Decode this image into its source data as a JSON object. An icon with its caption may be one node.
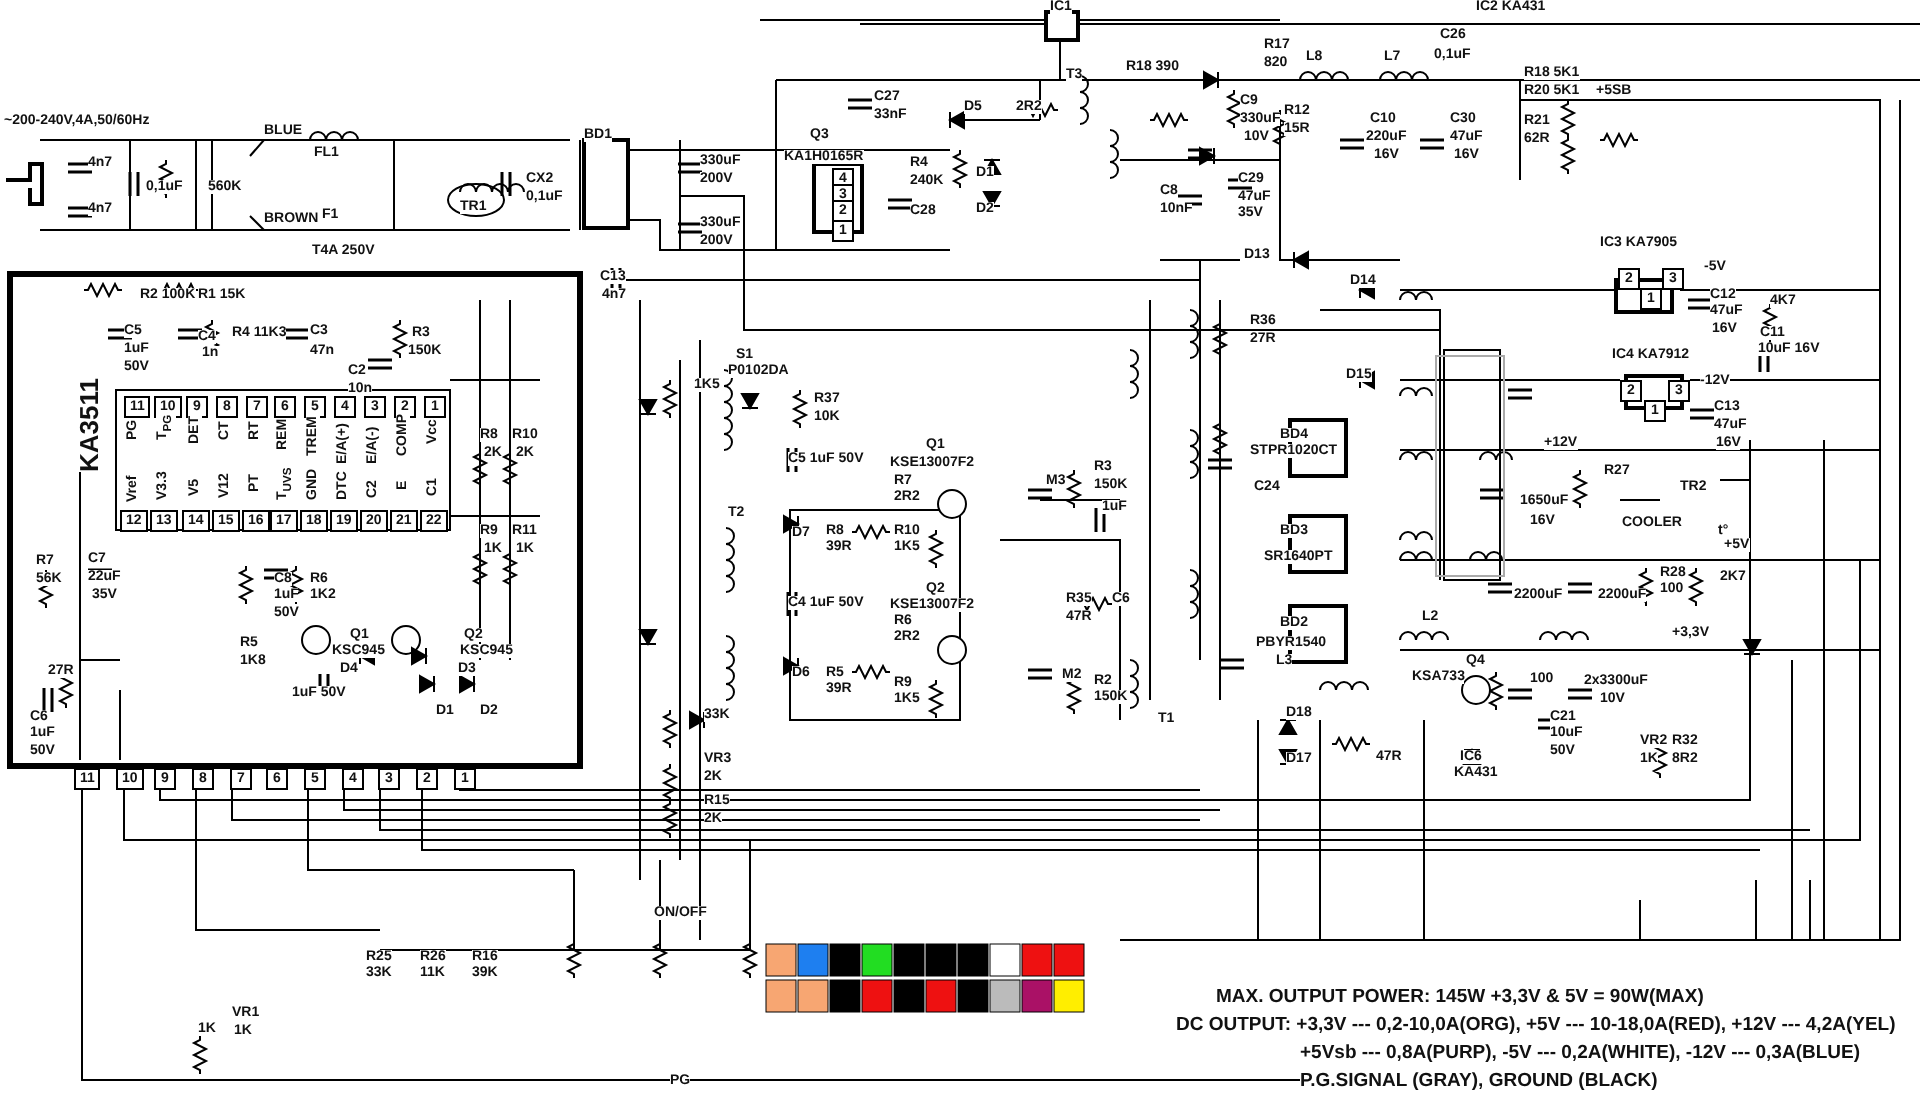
{
  "diagram": {
    "labels": [
      "~200-240V,4A,50/60Hz",
      "4n7",
      "4n7",
      "0,1uF",
      "560K",
      "BLUE",
      "FL1",
      "BROWN",
      "F1",
      "T4A 250V",
      "TR1",
      "CX2",
      "0,1uF",
      "BD1",
      "330uF",
      "200V",
      "330uF",
      "200V",
      "C13",
      "4n7",
      "C27",
      "33nF",
      "Q3",
      "KA1H0165R",
      "R4",
      "240K",
      "C28",
      "4",
      "3",
      "2",
      "1",
      "IC1",
      "R18 390",
      "R17",
      "820",
      "L8",
      "L7",
      "C26",
      "0,1uF",
      "IC2 KA431",
      "R18 5K1",
      "R20 5K1",
      "+5SB",
      "T3",
      "D5",
      "2R2",
      "R12",
      "15R",
      "C9",
      "330uF",
      "10V",
      "C10",
      "220uF",
      "16V",
      "C30",
      "47uF",
      "16V",
      "R21",
      "62R",
      "D1",
      "D2",
      "C8",
      "10nF",
      "C29",
      "47uF",
      "35V",
      "D13",
      "D14",
      "IC3 KA7905",
      "2",
      "1",
      "3",
      "-5V",
      "C12",
      "47uF",
      "16V",
      "4K7",
      "C11",
      "10uF 16V",
      "R2 100K",
      "R1 15K",
      "C5",
      "1uF",
      "50V",
      "C4",
      "1n",
      "R4 11K3",
      "C3",
      "47n",
      "C2",
      "10n",
      "R3",
      "150K",
      "11",
      "10",
      "9",
      "8",
      "7",
      "6",
      "5",
      "4",
      "3",
      "2",
      "1",
      "PG",
      "T$_{PG}$",
      "DET",
      "CT",
      "RT",
      "REM",
      "TREM",
      "E/A(+)",
      "E/A(-)",
      "COMP",
      "Vcc",
      "KA3511",
      "Vref",
      "V3.3",
      "V5",
      "V12",
      "PT",
      "T$_{UVS}$",
      "GND",
      "DTC",
      "C2",
      "E",
      "C1",
      "12",
      "13",
      "14",
      "15",
      "16",
      "17",
      "18",
      "19",
      "20",
      "21",
      "22",
      "R8",
      "2K",
      "R10",
      "2K",
      "R9",
      "1K",
      "R11",
      "1K",
      "R7",
      "56K",
      "C7",
      "22uF",
      "35V",
      "C8",
      "1uF",
      "50V",
      "R6",
      "1K2",
      "R5",
      "1K8",
      "Q1",
      "KSC945",
      "D4",
      "Q2",
      "KSC945",
      "D3",
      "1uF 50V",
      "D1",
      "D2",
      "27R",
      "C6",
      "1uF",
      "50V",
      "11",
      "10",
      "9",
      "8",
      "7",
      "6",
      "5",
      "4",
      "3",
      "2",
      "1",
      "1K5",
      "S1",
      "P0102DA",
      "R37",
      "10K",
      "C5 1uF 50V",
      "Q1",
      "KSE13007F2",
      "R7",
      "2R2",
      "T2",
      "D7",
      "R8",
      "39R",
      "R10",
      "1K5",
      "M3",
      "R3",
      "150K",
      "1uF",
      "C4 1uF 50V",
      "Q2",
      "KSE13007F2",
      "R6",
      "2R2",
      "R35",
      "47R",
      "C6",
      "D6",
      "R5",
      "39R",
      "R9",
      "1K5",
      "M2",
      "R2",
      "150K",
      "33K",
      "T1",
      "VR3",
      "2K",
      "R15",
      "2K",
      "R36",
      "27R",
      "D15",
      "IC4 KA7912",
      "2",
      "1",
      "3",
      "-12V",
      "C13",
      "47uF",
      "16V",
      "BD4",
      "STPR1020CT",
      "C24",
      "+12V",
      "1650uF",
      "16V",
      "R27",
      "TR2",
      "BD3",
      "COOLER",
      "t°",
      "SR1640PT",
      "+5V",
      "2200uF",
      "2200uF",
      "R28",
      "100",
      "2K7",
      "BD2",
      "PBYR1540",
      "L3",
      "L2",
      "+3,3V",
      "Q4",
      "KSA733",
      "100",
      "2x3300uF",
      "10V",
      "D18",
      "C21",
      "10uF",
      "VR2",
      "R32",
      "D17",
      "47R",
      "IC6",
      "50V",
      "1K",
      "8R2",
      "KA431",
      "ON/OFF",
      "R25",
      "33K",
      "R26",
      "11K",
      "R16",
      "39K",
      "VR1",
      "1K",
      "1K",
      "PG",
      "MAX. OUTPUT POWER: 145W  +3,3V & 5V = 90W(MAX)",
      "DC OUTPUT: +3,3V --- 0,2-10,0A(ORG), +5V --- 10-18,0A(RED), +12V --- 4,2A(YEL)",
      "+5Vsb --- 0,8A(PURP), -5V --- 0,2A(WHITE), -12V --- 0,3A(BLUE)",
      "P.G.SIGNAL (GRAY), GROUND (BLACK)"
    ]
  }
}
